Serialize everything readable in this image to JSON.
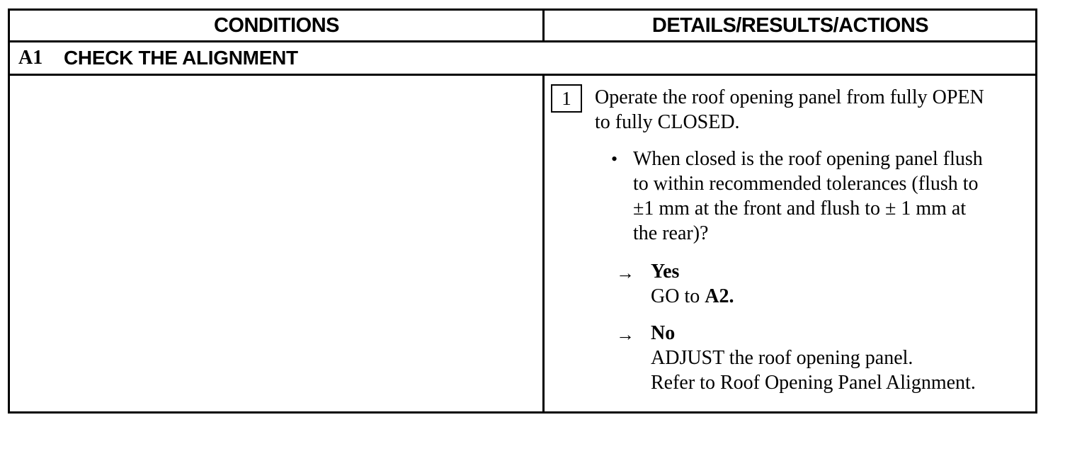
{
  "table": {
    "header": {
      "conditions": "CONDITIONS",
      "details": "DETAILS/RESULTS/ACTIONS"
    },
    "step": {
      "id": "A1",
      "title": "CHECK THE ALIGNMENT"
    },
    "action": {
      "number": "1",
      "instruction_lines": [
        "Operate the roof opening panel from fully OPEN",
        "to fully CLOSED."
      ],
      "question_lines": [
        "When closed is the roof opening panel flush",
        "to within recommended tolerances (flush to",
        "±1 mm at the front and flush to ± 1 mm at",
        "the rear)?"
      ],
      "yes": {
        "label": "Yes",
        "text_prefix": "GO to ",
        "target": "A2."
      },
      "no": {
        "label": "No",
        "lines": [
          "ADJUST the roof opening panel.",
          "Refer to Roof Opening Panel Alignment."
        ]
      }
    }
  },
  "icons": {
    "arrow": "right-arrow-icon",
    "bullet": "bullet-icon"
  }
}
